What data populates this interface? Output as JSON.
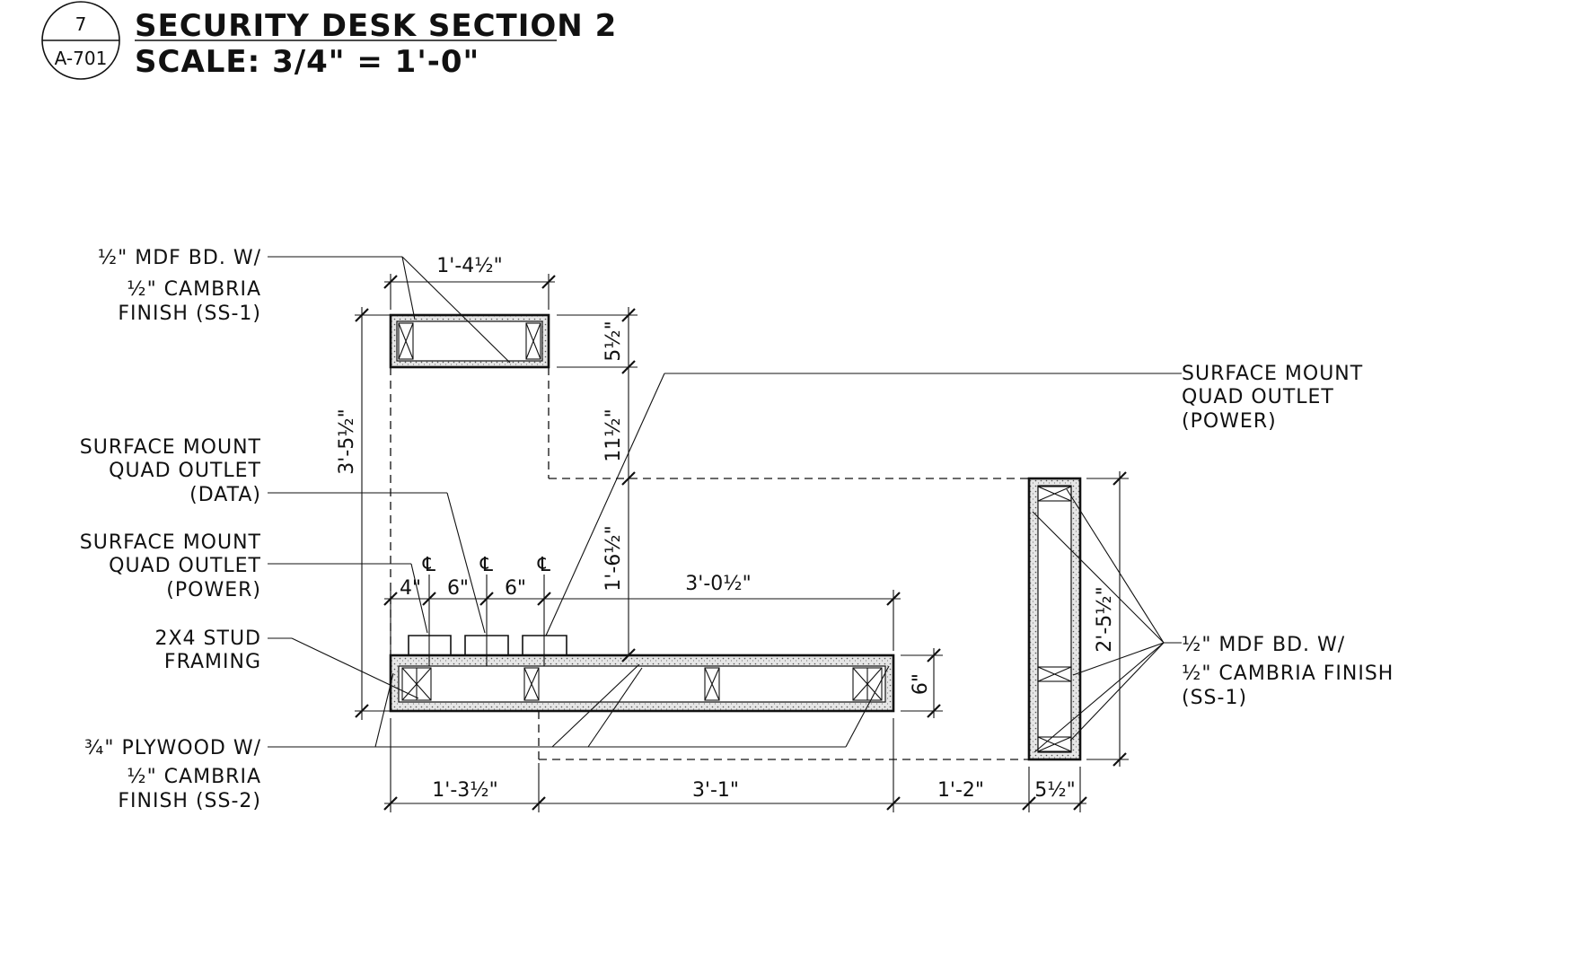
{
  "title_block": {
    "detail_number": "7",
    "sheet_number": "A-701",
    "title": "SECURITY DESK SECTION 2",
    "scale": "SCALE: 3/4\" = 1'-0\""
  },
  "callouts": {
    "mdf_top_1": "½\" MDF BD. W/",
    "mdf_top_2": "½\" CAMBRIA",
    "mdf_top_3": "FINISH (SS-1)",
    "data_1": "SURFACE MOUNT",
    "data_2": "QUAD OUTLET",
    "data_3": "(DATA)",
    "power_left_1": "SURFACE MOUNT",
    "power_left_2": "QUAD OUTLET",
    "power_left_3": "(POWER)",
    "stud_1": "2X4 STUD",
    "stud_2": "FRAMING",
    "plywood_1": "¾\" PLYWOOD W/",
    "plywood_2": "½\" CAMBRIA",
    "plywood_3": "FINISH (SS-2)",
    "power_right_1": "SURFACE MOUNT",
    "power_right_2": "QUAD OUTLET",
    "power_right_3": "(POWER)",
    "mdf_right_1": "½\" MDF BD. W/",
    "mdf_right_2": "½\" CAMBRIA FINISH",
    "mdf_right_3": "(SS-1)"
  },
  "dimensions": {
    "top_width": "1'-4½\"",
    "top_depth": "5½\"",
    "gap_vertical": "11½\"",
    "overall_height": "3'-5½\"",
    "desk_to_top": "1'-6½\"",
    "offset_4": "4\"",
    "spacing_6a": "6\"",
    "spacing_6b": "6\"",
    "counter_length": "3'-0½\"",
    "counter_depth": "6\"",
    "right_height": "2'-5½\"",
    "bottom_1": "1'-3½\"",
    "bottom_2": "3'-1\"",
    "bottom_3": "1'-2\"",
    "bottom_4": "5½\"",
    "centerline_symbol": "℄"
  }
}
